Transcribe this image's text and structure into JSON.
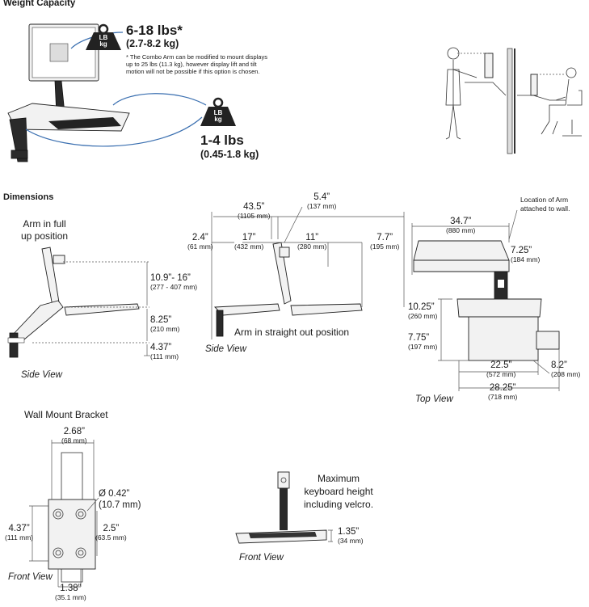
{
  "weight": {
    "heading": "Weight Capacity",
    "display_badge": {
      "line1": "LB",
      "line2": "kg"
    },
    "display_range_lbs": "6-18 lbs*",
    "display_range_kg": "(2.7-8.2 kg)",
    "note": [
      "* The  Combo Arm can be modified to mount displays",
      "up to 25 lbs (11.3 kg), however display lift and tilt",
      "motion will not be possible if this option is chosen."
    ],
    "keyboard_badge": {
      "line1": "LB",
      "line2": "kg"
    },
    "keyboard_range_lbs": "1-4 lbs",
    "keyboard_range_kg": "(0.45-1.8 kg)"
  },
  "dimensions": {
    "heading": "Dimensions",
    "side1": {
      "title": [
        "Arm in full",
        "up position"
      ],
      "dims": [
        {
          "value": "10.9”- 16”",
          "metric": "(277 - 407 mm)"
        },
        {
          "value": "8.25”",
          "metric": "(210 mm)"
        },
        {
          "value": "4.37”",
          "metric": "(111 mm)"
        }
      ],
      "view": "Side View"
    },
    "side2": {
      "dims": [
        {
          "value": "43.5”",
          "metric": "(1105 mm)"
        },
        {
          "value": "5.4”",
          "metric": "(137 mm)"
        },
        {
          "value": "2.4”",
          "metric": "(61 mm)"
        },
        {
          "value": "17”",
          "metric": "(432 mm)"
        },
        {
          "value": "11”",
          "metric": "(280 mm)"
        },
        {
          "value": "7.7”",
          "metric": "(195 mm)"
        }
      ],
      "caption": "Arm in straight out position",
      "view": "Side View"
    },
    "top": {
      "location_note": [
        "Location of Arm",
        "attached to wall."
      ],
      "dims": [
        {
          "value": "34.7”",
          "metric": "(880 mm)"
        },
        {
          "value": "7.25”",
          "metric": "(184 mm)"
        },
        {
          "value": "10.25”",
          "metric": "(260 mm)"
        },
        {
          "value": "7.75”",
          "metric": "(197 mm)"
        },
        {
          "value": "22.5”",
          "metric": "(572 mm)"
        },
        {
          "value": "8.2”",
          "metric": "(208 mm)"
        },
        {
          "value": "28.25”",
          "metric": "(718 mm)"
        }
      ],
      "view": "Top View"
    },
    "bracket": {
      "title": "Wall Mount Bracket",
      "dims": [
        {
          "value": "2.68”",
          "metric": "(68 mm)"
        },
        {
          "value": "Ø 0.42”",
          "metric": "(10.7 mm)"
        },
        {
          "value": "4.37”",
          "metric": "(111 mm)"
        },
        {
          "value": "2.5”",
          "metric": "(63.5 mm)"
        },
        {
          "value": "1.38”",
          "metric": "(35.1 mm)"
        }
      ],
      "view": "Front View"
    },
    "keyboard_front": {
      "caption": [
        "Maximum",
        "keyboard height",
        "including velcro."
      ],
      "dims": [
        {
          "value": "1.35”",
          "metric": "(34 mm)"
        }
      ],
      "view": "Front View"
    }
  }
}
